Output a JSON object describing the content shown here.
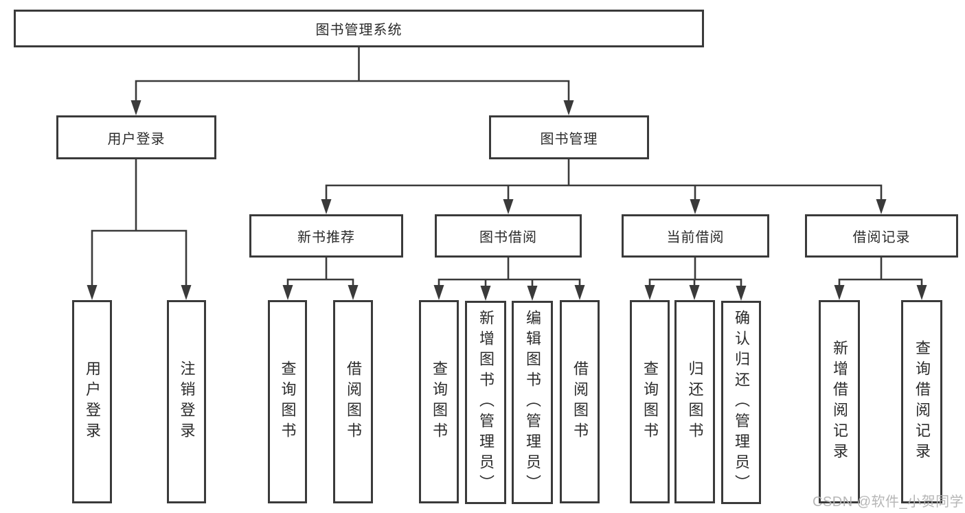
{
  "diagram": {
    "root": {
      "label": "图书管理系统"
    },
    "branches": [
      {
        "label": "用户登录",
        "children": [
          {
            "label": "用户登录"
          },
          {
            "label": "注销登录"
          }
        ]
      },
      {
        "label": "图书管理",
        "children": [
          {
            "label": "新书推荐",
            "children": [
              {
                "label": "查询图书"
              },
              {
                "label": "借阅图书"
              }
            ]
          },
          {
            "label": "图书借阅",
            "children": [
              {
                "label": "查询图书"
              },
              {
                "label": "新增图书（管理员）"
              },
              {
                "label": "编辑图书（管理员）"
              },
              {
                "label": "借阅图书"
              }
            ]
          },
          {
            "label": "当前借阅",
            "children": [
              {
                "label": "查询图书"
              },
              {
                "label": "归还图书"
              },
              {
                "label": "确认归还（管理员）"
              }
            ]
          },
          {
            "label": "借阅记录",
            "children": [
              {
                "label": "新增借阅记录"
              },
              {
                "label": "查询借阅记录"
              }
            ]
          }
        ]
      }
    ],
    "colors": {
      "line": "#3a3a3a",
      "text": "#2b2b2b",
      "watermark": "#b2b2b2"
    },
    "watermark": "CSDN @软件_小贺同学"
  }
}
